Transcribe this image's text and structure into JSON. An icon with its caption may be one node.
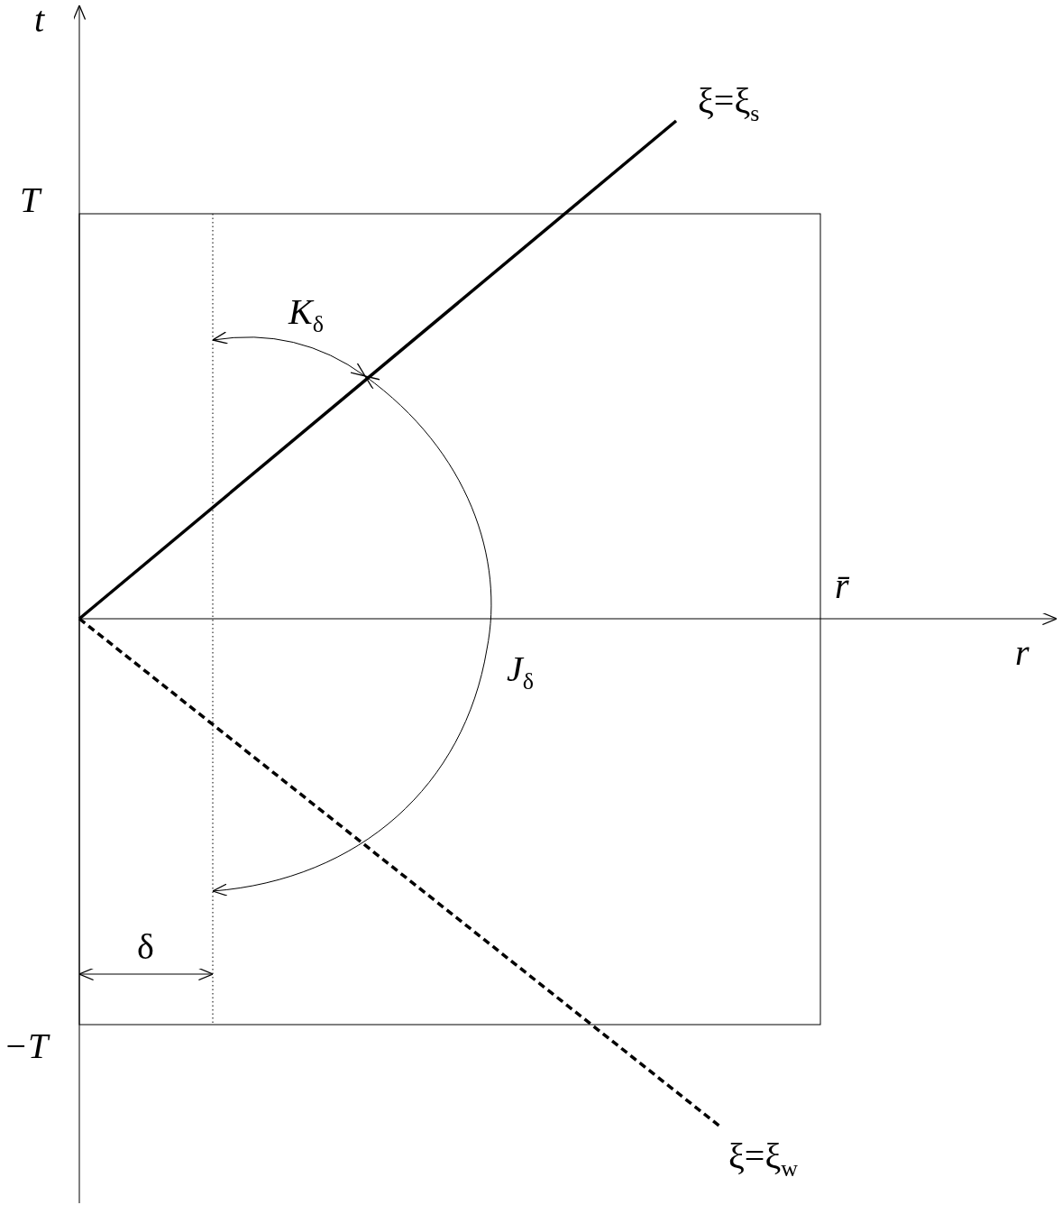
{
  "diagram": {
    "labels": [
      "t",
      "T",
      "ξ=ξ$_{s}$",
      "*K*$_{δ}$",
      "r̄",
      "r",
      "*J*$_{δ}$",
      "δ",
      "−T",
      "ξ=ξ$_{w}$"
    ]
  }
}
